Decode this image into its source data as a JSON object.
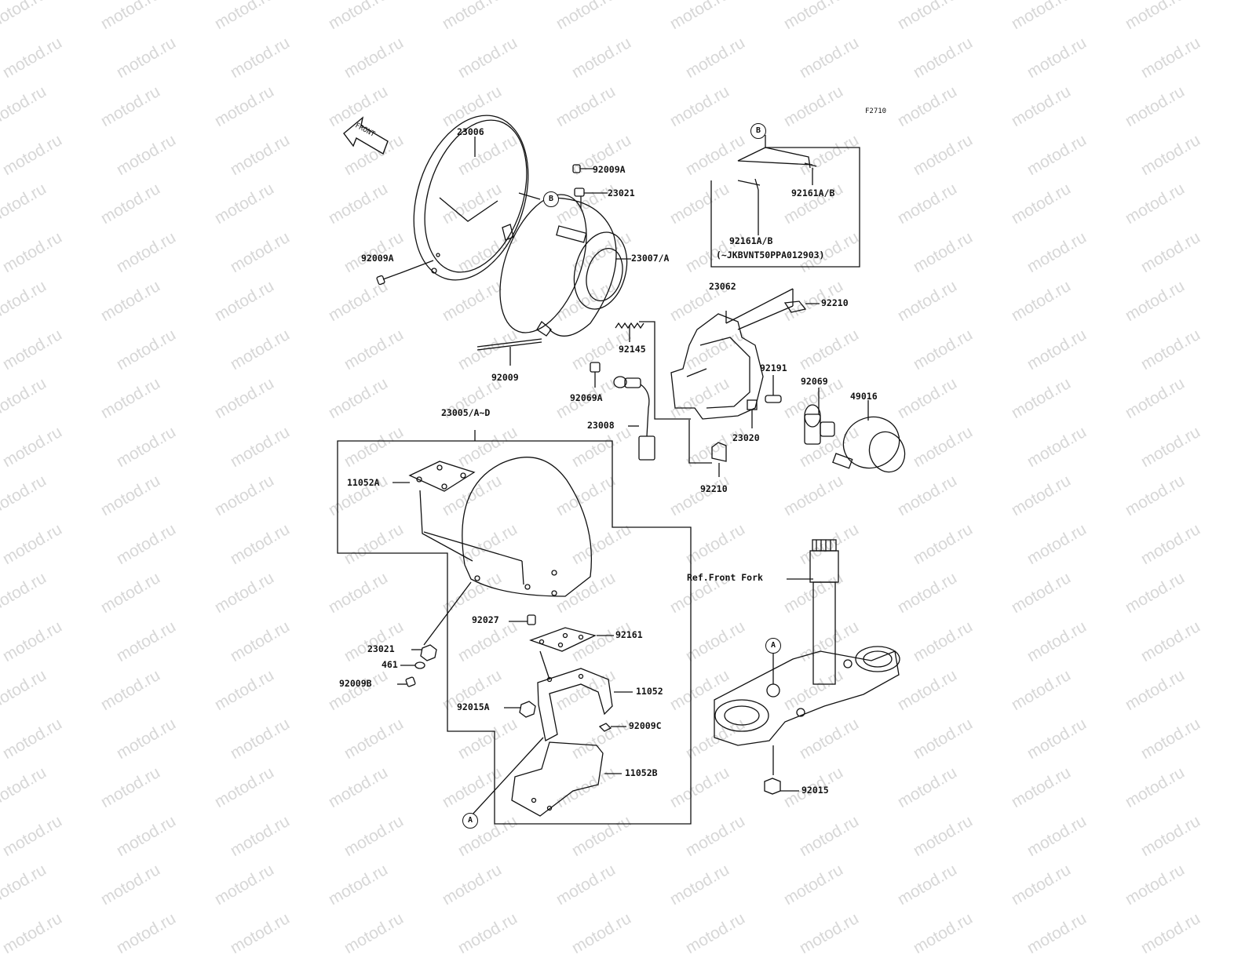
{
  "watermark": "motod.ru",
  "figure_code": "F2710",
  "front_label": "FRONT",
  "callouts": {
    "a": "A",
    "b": "B"
  },
  "parts": {
    "p23006": "23006",
    "p92009A_top": "92009A",
    "p23021_top": "23021",
    "p23007A": "23007/A",
    "p92009A_left": "92009A",
    "p92009": "92009",
    "p92145": "92145",
    "p92069A": "92069A",
    "p23008": "23008",
    "p23062": "23062",
    "p92210_top": "92210",
    "p92191": "92191",
    "p92069": "92069",
    "p49016": "49016",
    "p23020": "23020",
    "p92210_bottom": "92210",
    "p92161AB_top": "92161A/B",
    "p92161AB_mid": "92161A/B",
    "p92161AB_note": "(~JKBVNT50PPA012903)",
    "p23005": "23005/A~D",
    "p11052A": "11052A",
    "p92027": "92027",
    "p92161": "92161",
    "p23021_bottom": "23021",
    "p461": "461",
    "p92009B": "92009B",
    "p11052": "11052",
    "p92015A": "92015A",
    "p92009C": "92009C",
    "p11052B": "11052B",
    "ref_front_fork": "Ref.Front Fork",
    "p92015": "92015"
  }
}
